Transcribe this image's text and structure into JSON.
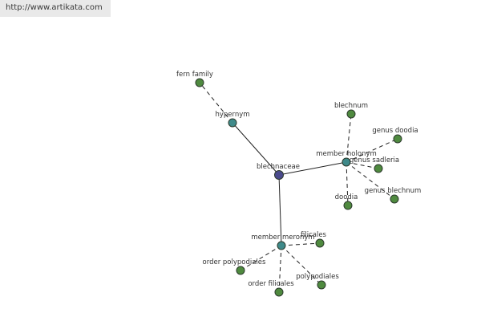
{
  "header": {
    "url": "http://www.artikata.com"
  },
  "colors": {
    "center": "#4a4a8c",
    "relation": "#3f8a8a",
    "leaf": "#4f8a3f"
  },
  "graph": {
    "nodes": [
      {
        "id": "blechnaceae",
        "label": "blechnaceae",
        "kind": "center"
      },
      {
        "id": "hypernym",
        "label": "hypernym",
        "kind": "relation"
      },
      {
        "id": "fern_family",
        "label": "fern family",
        "kind": "leaf"
      },
      {
        "id": "member_holonym",
        "label": "member holonym",
        "kind": "relation"
      },
      {
        "id": "blechnum",
        "label": "blechnum",
        "kind": "leaf"
      },
      {
        "id": "genus_doodia",
        "label": "genus doodia",
        "kind": "leaf"
      },
      {
        "id": "genus_sadleria",
        "label": "genus sadleria",
        "kind": "leaf"
      },
      {
        "id": "genus_blechnum",
        "label": "genus blechnum",
        "kind": "leaf"
      },
      {
        "id": "doodia",
        "label": "doodia",
        "kind": "leaf"
      },
      {
        "id": "member_meronym",
        "label": "member meronym",
        "kind": "relation"
      },
      {
        "id": "filicales",
        "label": "filicales",
        "kind": "leaf"
      },
      {
        "id": "order_polypodiales",
        "label": "order polypodiales",
        "kind": "leaf"
      },
      {
        "id": "order_filicales",
        "label": "order filicales",
        "kind": "leaf"
      },
      {
        "id": "polypodiales",
        "label": "polypodiales",
        "kind": "leaf"
      }
    ],
    "edges": [
      {
        "from": "blechnaceae",
        "to": "hypernym",
        "style": "solid"
      },
      {
        "from": "blechnaceae",
        "to": "member_holonym",
        "style": "solid"
      },
      {
        "from": "blechnaceae",
        "to": "member_meronym",
        "style": "solid"
      },
      {
        "from": "hypernym",
        "to": "fern_family",
        "style": "dashed"
      },
      {
        "from": "member_holonym",
        "to": "blechnum",
        "style": "dashed"
      },
      {
        "from": "member_holonym",
        "to": "genus_doodia",
        "style": "dashed"
      },
      {
        "from": "member_holonym",
        "to": "genus_sadleria",
        "style": "dashed"
      },
      {
        "from": "member_holonym",
        "to": "genus_blechnum",
        "style": "dashed"
      },
      {
        "from": "member_holonym",
        "to": "doodia",
        "style": "dashed"
      },
      {
        "from": "member_meronym",
        "to": "filicales",
        "style": "dashed"
      },
      {
        "from": "member_meronym",
        "to": "order_polypodiales",
        "style": "dashed"
      },
      {
        "from": "member_meronym",
        "to": "order_filicales",
        "style": "dashed"
      },
      {
        "from": "member_meronym",
        "to": "polypodiales",
        "style": "dashed"
      }
    ]
  }
}
